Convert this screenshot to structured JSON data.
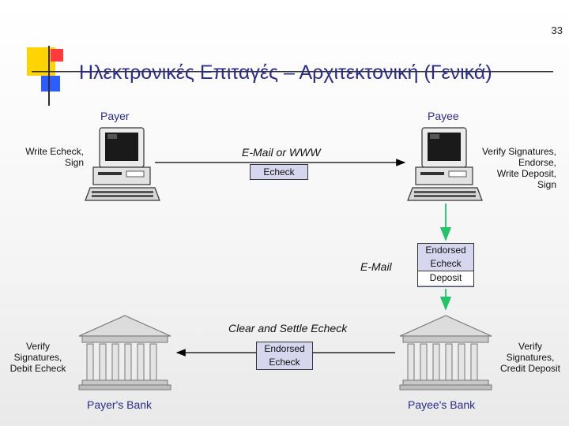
{
  "page_number": "33",
  "title": "Ηλεκτρονικές Επιταγές – Αρχιτεκτονική (Γενικά)",
  "payer": {
    "label": "Payer",
    "action": [
      "Write Echeck,",
      "Sign"
    ]
  },
  "payee": {
    "label": "Payee",
    "action": [
      "Verify Signatures,",
      "Endorse,",
      "Write Deposit,",
      "Sign"
    ]
  },
  "channel": {
    "label": "E-Mail or WWW",
    "box": "Echeck"
  },
  "payee_to_bank": {
    "channel": "E-Mail",
    "box": [
      "Endorsed",
      "Echeck",
      "Deposit"
    ]
  },
  "clearing": {
    "label": "Clear and Settle Echeck",
    "box": [
      "Endorsed",
      "Echeck"
    ]
  },
  "payer_bank": {
    "label": "Payer's Bank",
    "action": [
      "Verify",
      "Signatures,",
      "Debit Echeck"
    ]
  },
  "payee_bank": {
    "label": "Payee's Bank",
    "action": [
      "Verify",
      "Signatures,",
      "Credit Deposit"
    ]
  },
  "colors": {
    "title": "#2b2b8a",
    "box_fill": "#d6d6ee",
    "arrow_black": "#000000",
    "arrow_green": "#22c46a",
    "deco_yellow": "#ffd400",
    "deco_red": "#ff3b3b",
    "deco_blue": "#2d5cff"
  }
}
